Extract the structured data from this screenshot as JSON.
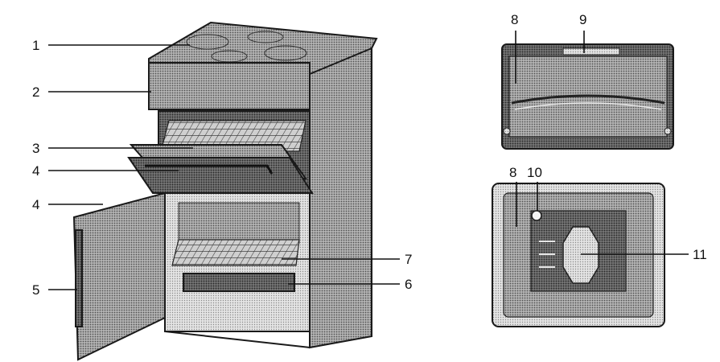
{
  "callouts": {
    "c1": "1",
    "c2": "2",
    "c3": "3",
    "c4a": "4",
    "c4b": "4",
    "c5": "5",
    "c6": "6",
    "c7": "7",
    "c8a": "8",
    "c9": "9",
    "c8b": "8",
    "c10": "10",
    "c11": "11"
  },
  "colors": {
    "ink": "#1a1a1a",
    "stipple_light": "#cfcfcf",
    "stipple_mid": "#9a9a9a",
    "stipple_dark": "#5a5a5a",
    "background": "#ffffff"
  }
}
